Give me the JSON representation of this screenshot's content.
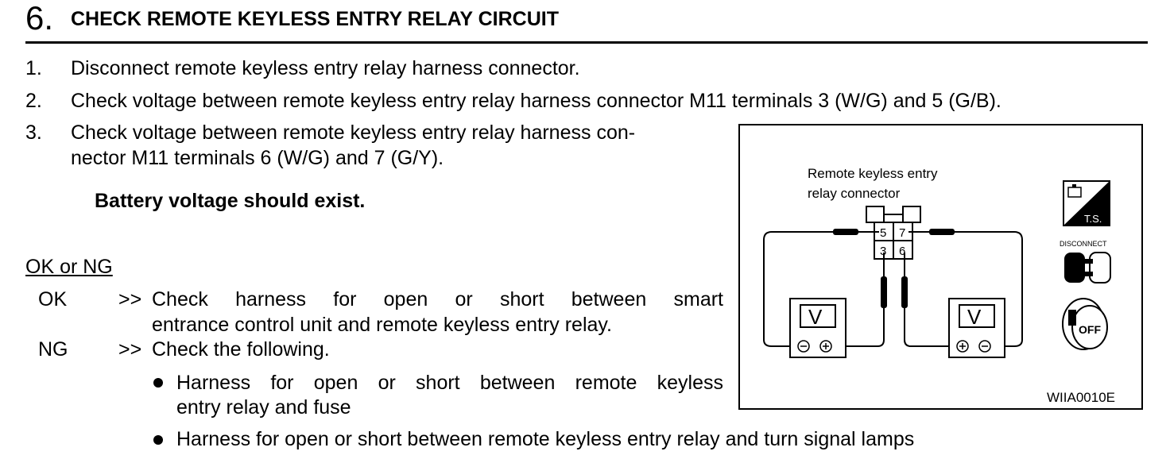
{
  "header": {
    "step_number": "6.",
    "title": "CHECK REMOTE KEYLESS ENTRY RELAY CIRCUIT"
  },
  "steps": [
    {
      "num": "1.",
      "text": "Disconnect remote keyless entry relay harness connector."
    },
    {
      "num": "2.",
      "text": "Check voltage between remote keyless entry relay harness connector M11 terminals 3 (W/G) and 5 (G/B)."
    },
    {
      "num": "3.",
      "line1": "Check voltage between remote keyless entry relay harness con-",
      "line2": "nector M11 terminals 6 (W/G) and 7 (G/Y)."
    }
  ],
  "expected": "Battery voltage should exist.",
  "result_heading": "OK or NG",
  "results": {
    "ok": {
      "label": "OK",
      "arrow": ">>",
      "line1": "Check harness for open or short between smart",
      "line2": "entrance control unit and remote keyless entry relay."
    },
    "ng": {
      "label": "NG",
      "arrow": ">>",
      "text": "Check the following."
    }
  },
  "bullets": [
    {
      "line1": "Harness for open or short between remote keyless",
      "line2": "entry relay and fuse"
    },
    {
      "line1": "Harness for open or short between remote keyless entry relay and turn signal lamps"
    }
  ],
  "diagram": {
    "connector_label_line1": "Remote keyless entry",
    "connector_label_line2": "relay connector",
    "terminals": [
      "5",
      "7",
      "3",
      "6"
    ],
    "meter_symbol": "V",
    "ts_label": "T.S.",
    "disconnect_label": "DISCONNECT",
    "off_label": "OFF",
    "figure_code": "WIIA0010E"
  }
}
